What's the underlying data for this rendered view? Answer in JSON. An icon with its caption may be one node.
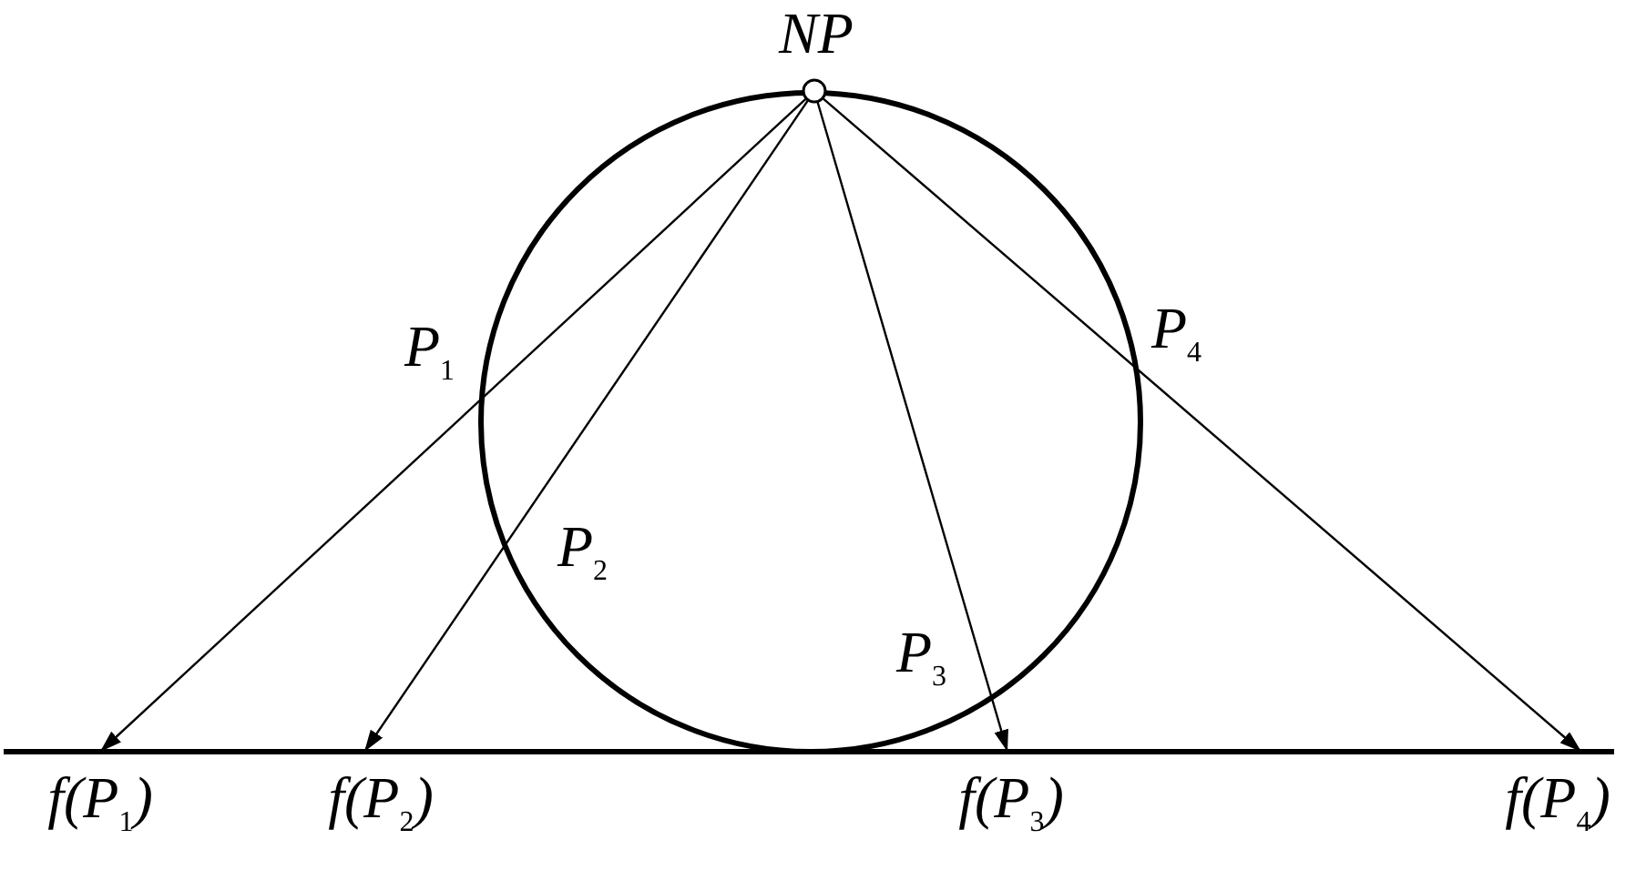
{
  "diagram": {
    "nodes": [
      {
        "text": [
          "NP"
        ]
      },
      {
        "text": [
          "f(P$_{1}$)"
        ]
      },
      {
        "text": [
          "f(P$_{2}$)"
        ]
      },
      {
        "text": [
          "f(P$_{3}$)"
        ]
      },
      {
        "text": [
          "f(P$_{4}$)"
        ]
      }
    ],
    "edges": [
      {
        "from": 0,
        "to": 1,
        "arrow": "to"
      },
      {
        "from": 0,
        "to": 2,
        "arrow": "to"
      },
      {
        "from": 0,
        "to": 3,
        "arrow": "to"
      },
      {
        "from": 0,
        "to": 4,
        "arrow": "to"
      }
    ],
    "labels": [
      "P$_{1}$",
      "P$_{4}$",
      "P$_{2}$",
      "P$_{3}$"
    ]
  }
}
